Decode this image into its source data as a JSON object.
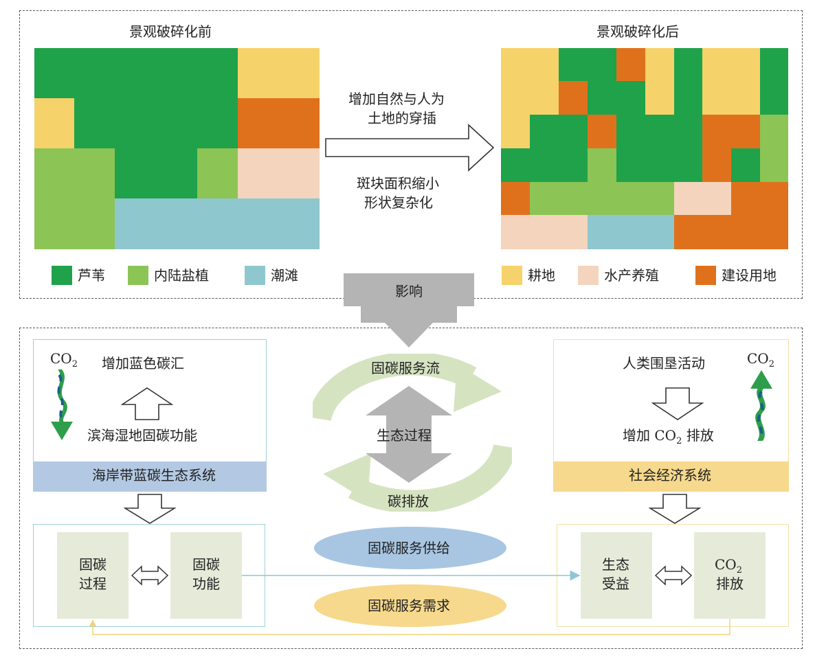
{
  "top": {
    "before_title": "景观破碎化前",
    "after_title": "景观破碎化后",
    "arrow_text_1a": "增加自然与人为",
    "arrow_text_1b": "土地的穿插",
    "arrow_text_2a": "斑块面积缩小",
    "arrow_text_2b": "形状复杂化",
    "legend_left": [
      "芦苇",
      "内陆盐植",
      "潮滩"
    ],
    "legend_right": [
      "耕地",
      "水产养殖",
      "建设用地"
    ],
    "colors": {
      "reed": "#1fa24a",
      "inland_salt": "#8cc455",
      "tidal_flat": "#8fc7cf",
      "farmland": "#f6d26a",
      "aquaculture": "#f4d4bd",
      "construction": "#e0711c"
    }
  },
  "influence_label": "影响",
  "bottom": {
    "left_panel": {
      "co2": "CO",
      "co2_sub": "2",
      "top_text": "增加蓝色碳汇",
      "mid_text": "滨海湿地固碳功能",
      "bar": "海岸带蓝碳生态系统",
      "sub_box_1": [
        "固碳",
        "过程"
      ],
      "sub_box_2": [
        "固碳",
        "功能"
      ]
    },
    "right_panel": {
      "co2": "CO",
      "co2_sub": "2",
      "top_text": "人类围垦活动",
      "mid_text_a": "增加 CO",
      "mid_text_sub": "2",
      "mid_text_b": " 排放",
      "bar": "社会经济系统",
      "sub_box_1": [
        "生态",
        "受益"
      ],
      "sub_box_2_a": "CO",
      "sub_box_2_sub": "2",
      "sub_box_2_b": "排放"
    },
    "center": {
      "flow_top": "固碳服务流",
      "process": "生态过程",
      "flow_bottom": "碳排放",
      "supply": "固碳服务供给",
      "demand": "固碳服务需求"
    }
  }
}
